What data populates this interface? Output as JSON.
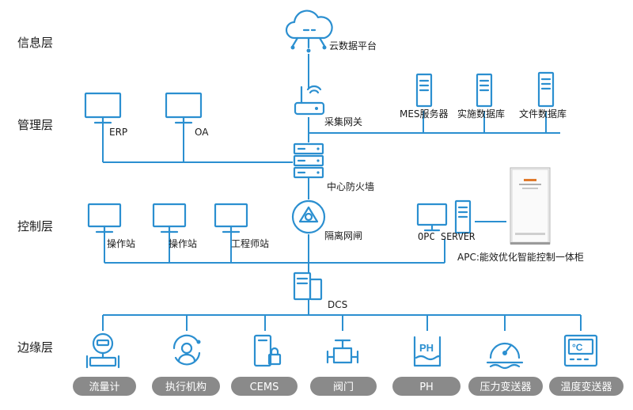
{
  "layers": {
    "info": "信息层",
    "management": "管理层",
    "control": "控制层",
    "edge": "边缘层"
  },
  "nodes": {
    "cloud": "云数据平台",
    "gateway": "采集网关",
    "erp": "ERP",
    "oa": "OA",
    "mes": "MES服务器",
    "impl_db": "实施数据库",
    "file_db": "文件数据库",
    "firewall": "中心防火墙",
    "isolation": "隔离网闸",
    "op1": "操作站",
    "op2": "操作站",
    "eng": "工程师站",
    "opc": "OPC SERVER",
    "apc": "APC:能效优化智能控制一体柜",
    "dcs": "DCS"
  },
  "devices": [
    {
      "label": "流量计",
      "icon": "flowmeter-icon"
    },
    {
      "label": "执行机构",
      "icon": "actuator-icon"
    },
    {
      "label": "CEMS",
      "icon": "cems-icon"
    },
    {
      "label": "阀门",
      "icon": "valve-icon"
    },
    {
      "label": "PH",
      "icon": "ph-icon"
    },
    {
      "label": "压力变送器",
      "icon": "pressure-gauge-icon"
    },
    {
      "label": "温度变送器",
      "icon": "thermometer-icon"
    }
  ],
  "colors": {
    "line": "#2b8fd0",
    "pill": "#8a8a8a"
  }
}
